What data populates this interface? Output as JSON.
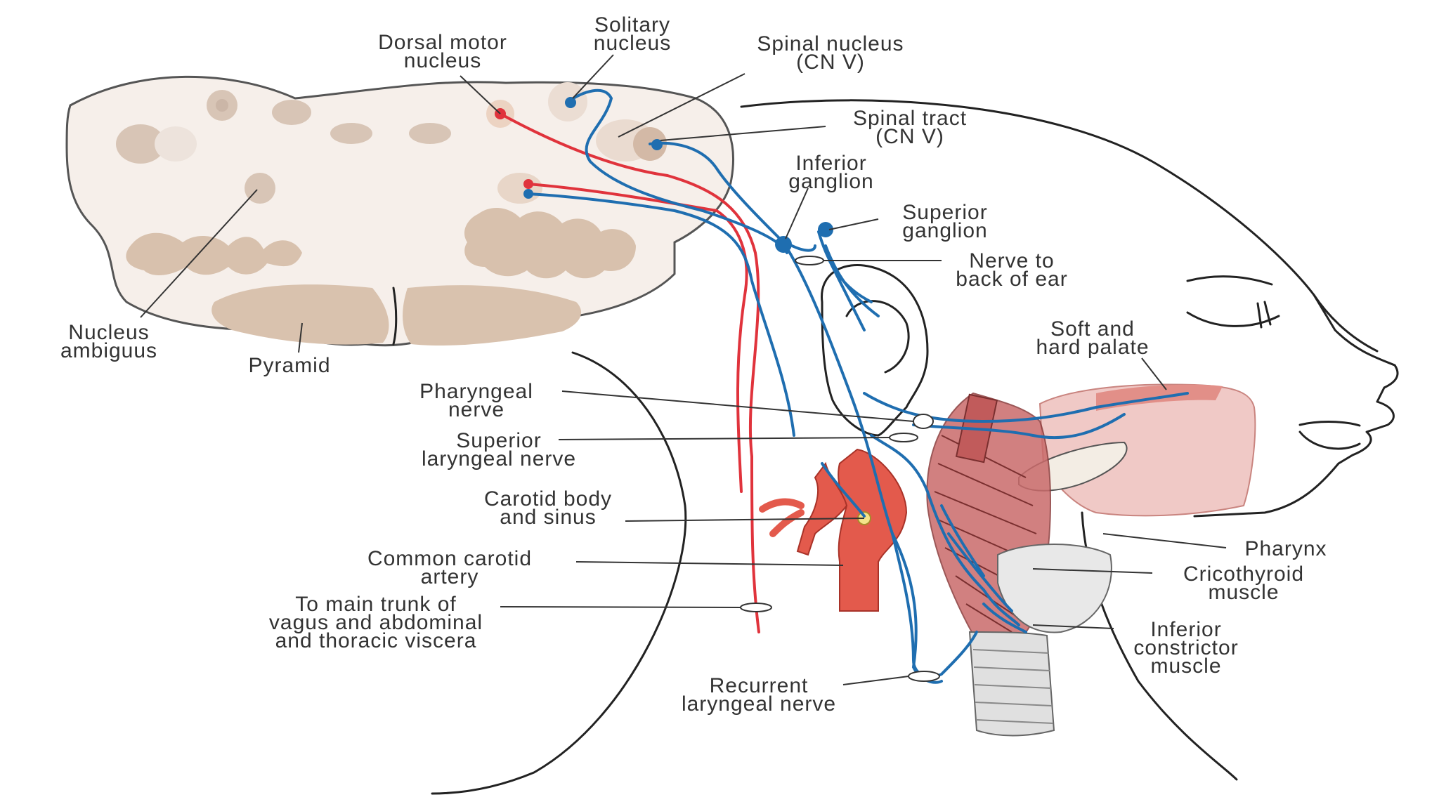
{
  "colors": {
    "motor_fiber": "#e0333c",
    "sensory_fiber": "#1f6eb0",
    "brainstem_fill": "#f6efea",
    "nucleus_fill": "#d8c1ad",
    "muscle_fill": "#c96a6a",
    "artery_fill": "#e35a4c"
  },
  "labels": {
    "dorsal_motor_nucleus": [
      "Dorsal motor",
      "nucleus"
    ],
    "solitary_nucleus": [
      "Solitary",
      "nucleus"
    ],
    "spinal_nucleus": [
      "Spinal nucleus",
      "(CN V)"
    ],
    "spinal_tract": [
      "Spinal tract",
      "(CN V)"
    ],
    "inferior_ganglion": [
      "Inferior",
      "ganglion"
    ],
    "superior_ganglion": [
      "Superior",
      "ganglion"
    ],
    "nerve_back_of_ear": [
      "Nerve to",
      "back of ear"
    ],
    "soft_hard_palate": [
      "Soft and",
      "hard palate"
    ],
    "nucleus_ambiguus": [
      "Nucleus",
      "ambiguus"
    ],
    "pyramid": [
      "Pyramid"
    ],
    "pharyngeal_nerve": [
      "Pharyngeal",
      "nerve"
    ],
    "superior_laryngeal_nerve": [
      "Superior",
      "laryngeal nerve"
    ],
    "carotid_body_sinus": [
      "Carotid body",
      "and sinus"
    ],
    "common_carotid_artery": [
      "Common carotid",
      "artery"
    ],
    "main_trunk_vagus": [
      "To main trunk of",
      "vagus and abdominal",
      "and thoracic viscera"
    ],
    "recurrent_laryngeal_nerve": [
      "Recurrent",
      "laryngeal nerve"
    ],
    "pharynx": [
      "Pharynx"
    ],
    "cricothyroid_muscle": [
      "Cricothyroid",
      "muscle"
    ],
    "inferior_constrictor_muscle": [
      "Inferior",
      "constrictor",
      "muscle"
    ]
  }
}
